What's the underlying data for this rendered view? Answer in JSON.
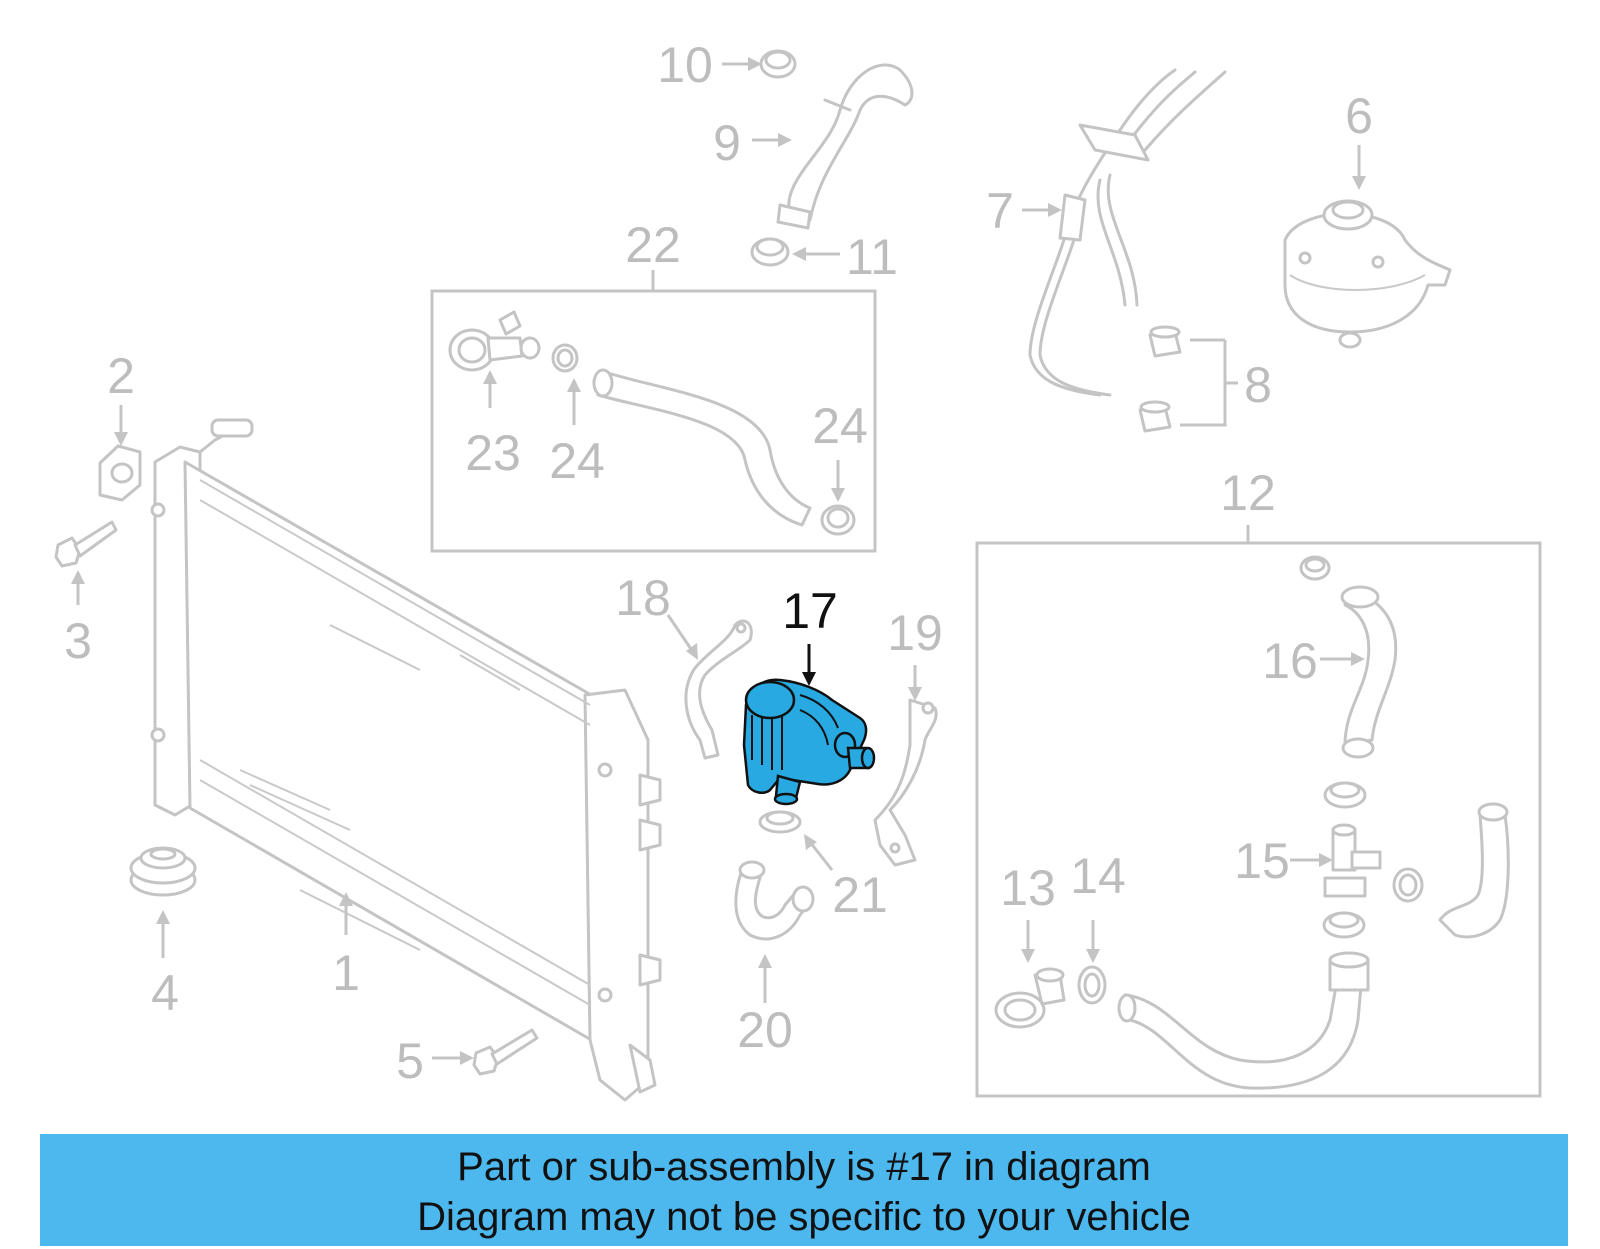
{
  "callouts": {
    "c1": "1",
    "c2": "2",
    "c3": "3",
    "c4": "4",
    "c5": "5",
    "c6": "6",
    "c7": "7",
    "c8": "8",
    "c9": "9",
    "c10": "10",
    "c11": "11",
    "c12": "12",
    "c13": "13",
    "c14": "14",
    "c15": "15",
    "c16": "16",
    "c17": "17",
    "c18": "18",
    "c19": "19",
    "c20": "20",
    "c21": "21",
    "c22": "22",
    "c23": "23",
    "c24a": "24",
    "c24b": "24"
  },
  "highlighted_part": "17",
  "colors": {
    "highlight": "#29a9e1",
    "banner": "#4cb8ee",
    "parts": "#c4c4c4"
  },
  "banner": {
    "line1": "Part or sub-assembly is #17 in diagram",
    "line2": "Diagram may not be specific to your vehicle"
  }
}
